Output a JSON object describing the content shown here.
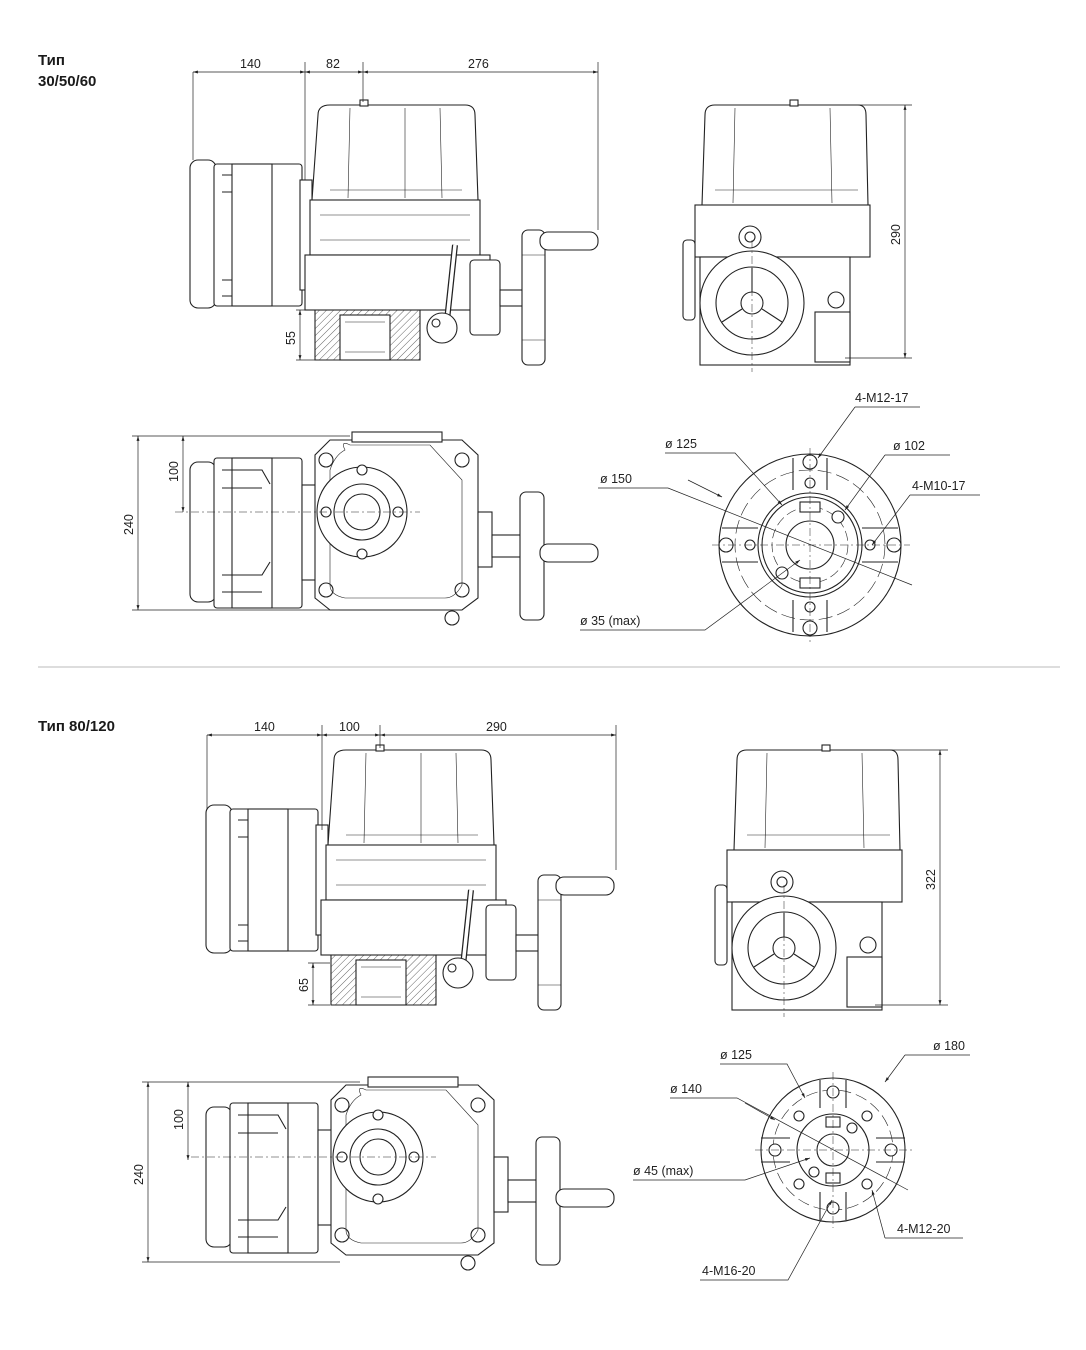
{
  "sections": [
    {
      "title_line1": "Тип",
      "title_line2": "30/50/60",
      "side_dims": [
        "140",
        "82",
        "276"
      ],
      "flange_height": "55",
      "front_height": "290",
      "top_dims": [
        "100",
        "240"
      ],
      "flange_labels": {
        "bolts_outer": "4-M12-17",
        "d_inner_pcd": "ø 125",
        "d_small_pcd": "ø 102",
        "d_outer": "ø 150",
        "bolts_inner": "4-M10-17",
        "bore": "ø 35 (max)"
      }
    },
    {
      "title": "Тип 80/120",
      "side_dims": [
        "140",
        "100",
        "290"
      ],
      "flange_height": "65",
      "front_height": "322",
      "top_dims": [
        "100",
        "240"
      ],
      "flange_labels": {
        "d_inner_pcd": "ø 125",
        "d_outer": "ø 180",
        "d_mid": "ø 140",
        "bore": "ø 45 (max)",
        "bolts_inner": "4-M12-20",
        "bolts_outer": "4-M16-20"
      }
    }
  ]
}
